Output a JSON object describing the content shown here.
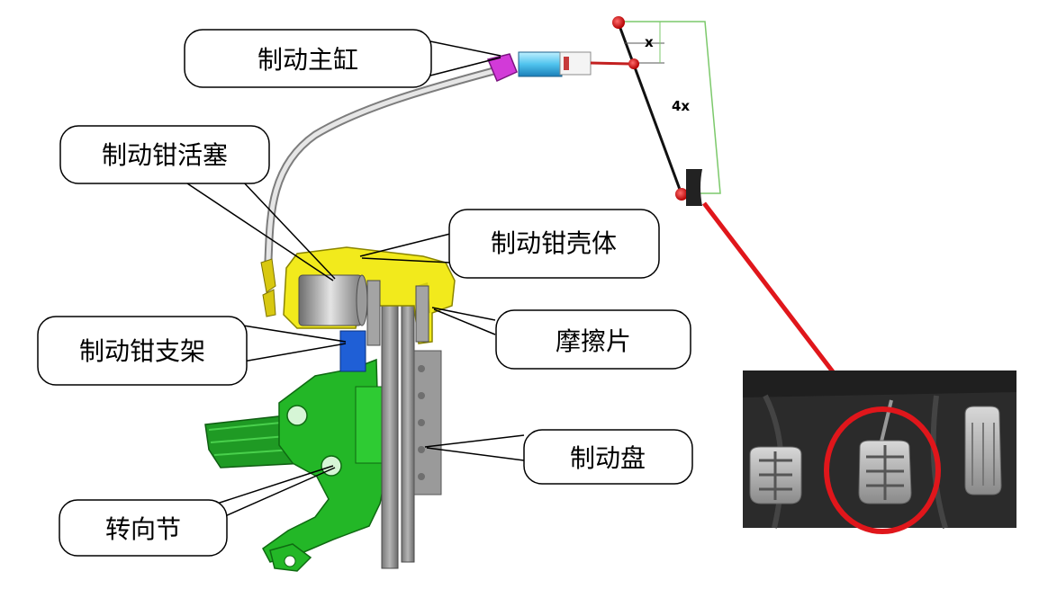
{
  "callouts": {
    "master_cylinder": "制动主缸",
    "caliper_piston": "制动钳活塞",
    "caliper_housing": "制动钳壳体",
    "caliper_bracket": "制动钳支架",
    "friction_pad": "摩擦片",
    "brake_disc": "制动盘",
    "steering_knuckle": "转向节"
  },
  "lever": {
    "short_arm_label": "x",
    "long_arm_label": "4x"
  },
  "colors": {
    "caliper_housing": "#f2ea1c",
    "bracket": "#1f5fd6",
    "knuckle": "#22b525",
    "disc": "#8d8d8d",
    "master_cylinder": "#55c8f0",
    "hose": "#c9c9c9",
    "highlight": "#e0161b",
    "dimension_line": "#7cc96b"
  },
  "icons": [
    "brake-pedal-photo",
    "pivot-dot-icon"
  ]
}
